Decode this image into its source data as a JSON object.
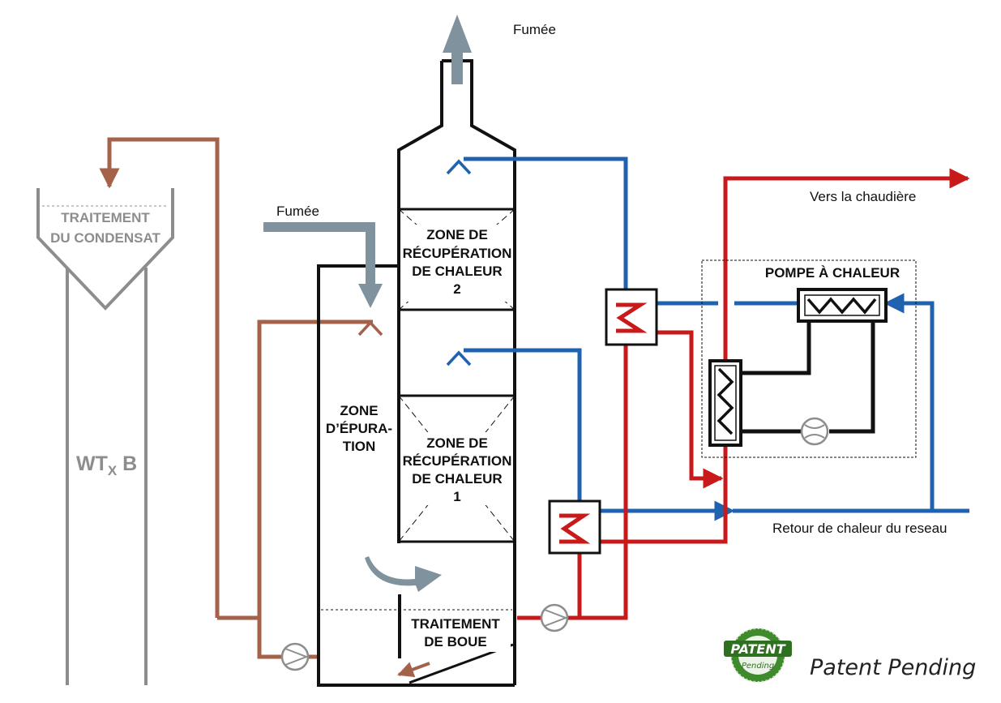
{
  "labels": {
    "smoke_top": "Fumée",
    "smoke_in": "Fumée",
    "condensate_line1": "TRAITEMENT",
    "condensate_line2": "DU CONDENSAT",
    "wtxb_main": "WT",
    "wtxb_sub": "X",
    "wtxb_end": " B",
    "heat_zone2": [
      "ZONE DE",
      "RÉCUPÉRATION",
      "DE CHALEUR",
      "2"
    ],
    "heat_zone1": [
      "ZONE DE",
      "RÉCUPÉRATION",
      "DE CHALEUR",
      "1"
    ],
    "purification_zone": [
      "ZONE",
      "D’ÉPURA-",
      "TION"
    ],
    "sludge_treatment": [
      "TRAITEMENT",
      "DE BOUE"
    ],
    "heat_pump": "POMPE À CHALEUR",
    "to_boiler": "Vers la chaudière",
    "network_return": "Retour de chaleur du reseau",
    "patent_badge_top": "PATENT",
    "patent_badge_bottom": "Pending",
    "patent_pending": "Patent Pending"
  },
  "colors": {
    "condensate": "#a4624a",
    "hot": "#c8191b",
    "cold": "#1f62b0",
    "smoke": "#7f929e",
    "structure": "#111111",
    "tank": "#8d8d8d",
    "badge_green": "#3f8a2c"
  },
  "icons": {
    "pump": "pump-circle-icon",
    "exchanger": "zigzag-heat-exchanger-icon",
    "badge": "patent-badge-icon"
  }
}
